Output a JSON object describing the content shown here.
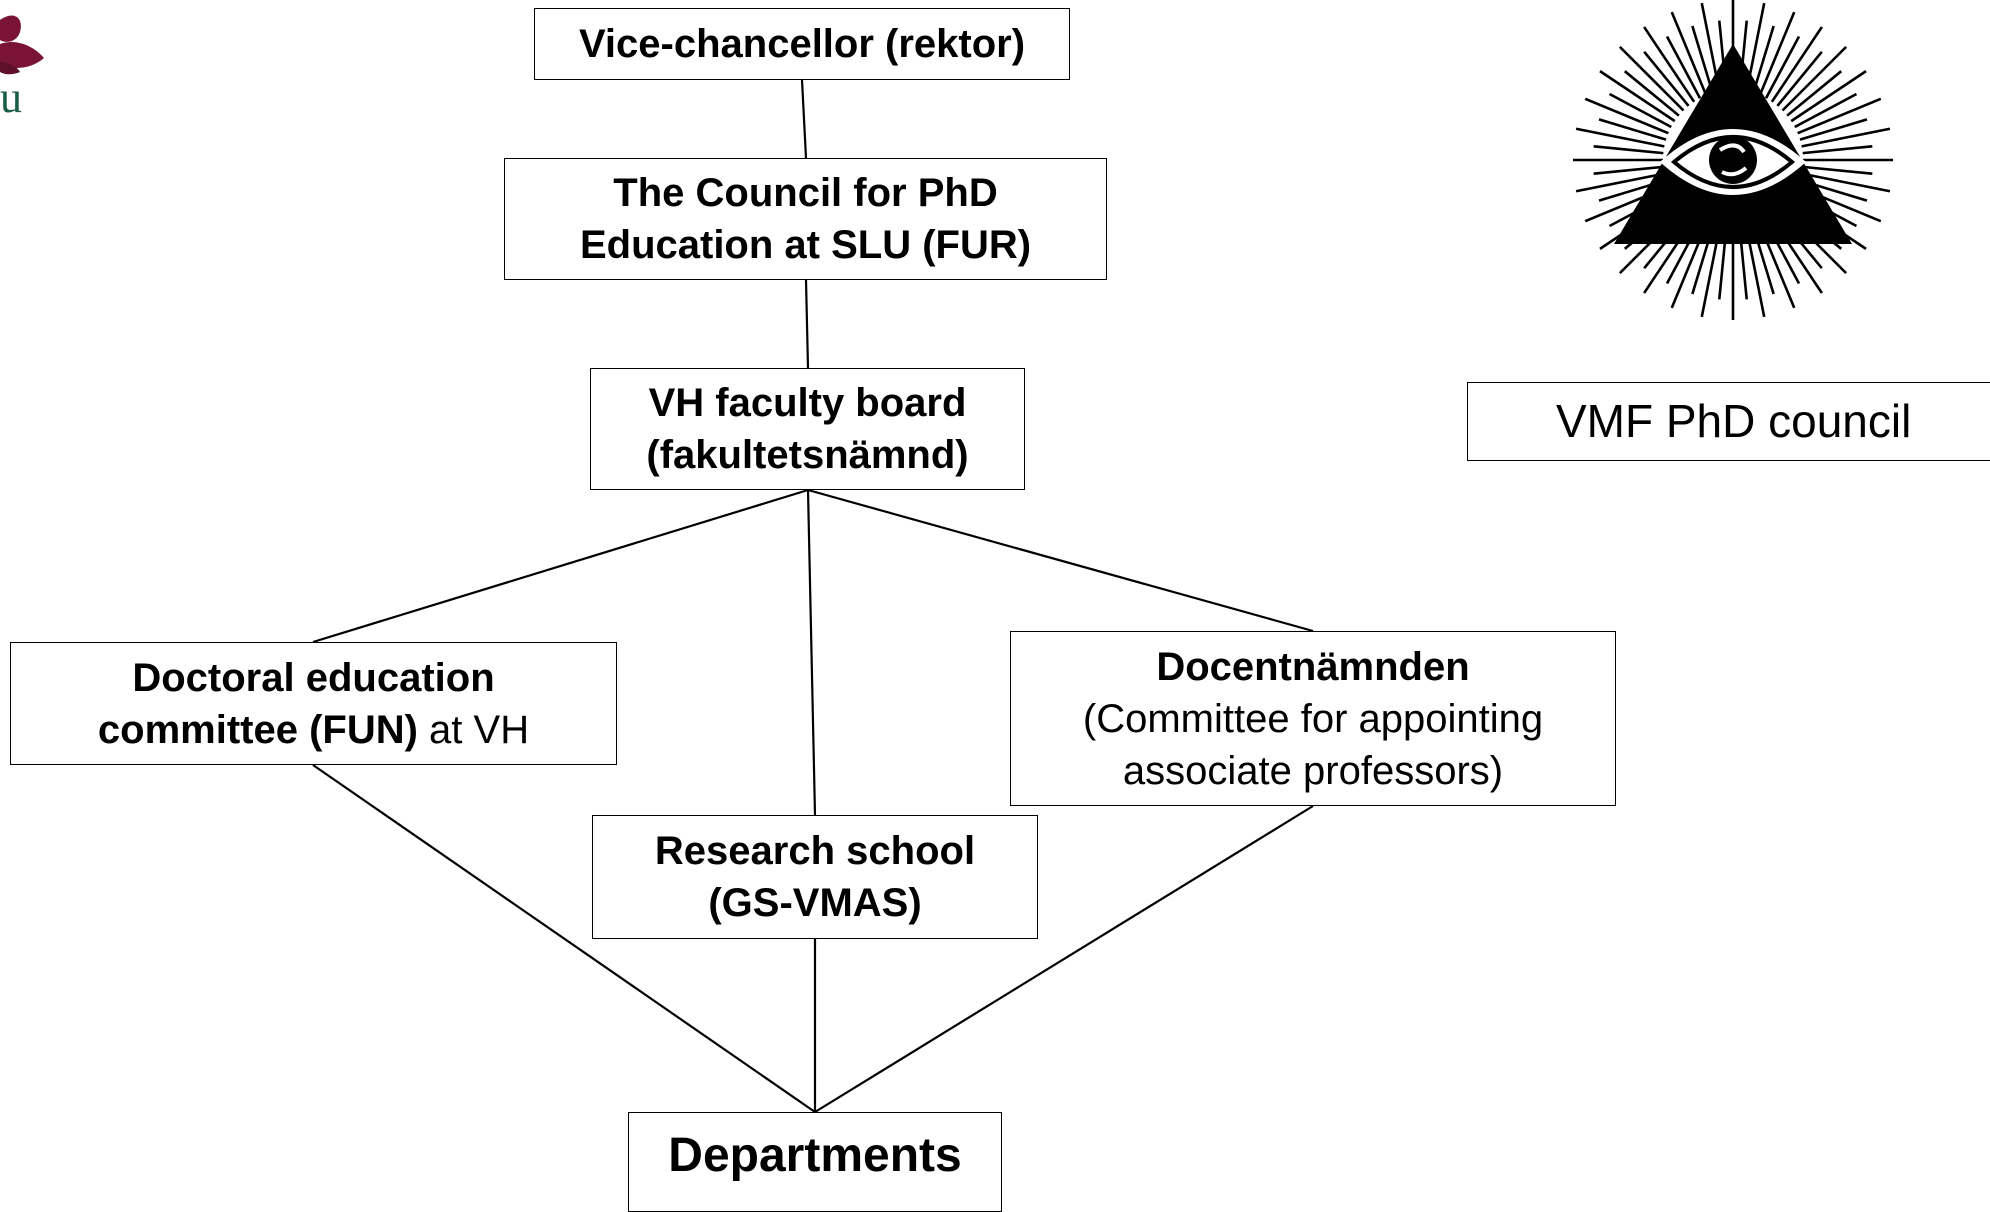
{
  "org_chart": {
    "vice_chancellor": {
      "label": "Vice-chancellor (rektor)"
    },
    "phd_council": {
      "line1": "The Council for PhD",
      "line2": "Education at SLU (FUR)"
    },
    "faculty_board": {
      "line1": "VH faculty board",
      "line2": "(fakultetsnämnd)"
    },
    "doctoral_committee": {
      "line1": "Doctoral education",
      "line2_bold": "committee (FUN)",
      "line2_rest": " at VH"
    },
    "docentnamnden": {
      "title": "Docentnämnden",
      "line2": "(Committee for appointing",
      "line3": "associate professors)"
    },
    "research_school": {
      "line1": "Research school",
      "line2": "(GS-VMAS)"
    },
    "departments": {
      "label": "Departments"
    },
    "vmf_council": {
      "label": "VMF PhD council"
    },
    "logo": {
      "text": "u",
      "colors": {
        "flower": "#7a1437",
        "text": "#1a5e48"
      }
    },
    "eye_icon": {
      "name": "eye-of-providence-icon"
    }
  }
}
